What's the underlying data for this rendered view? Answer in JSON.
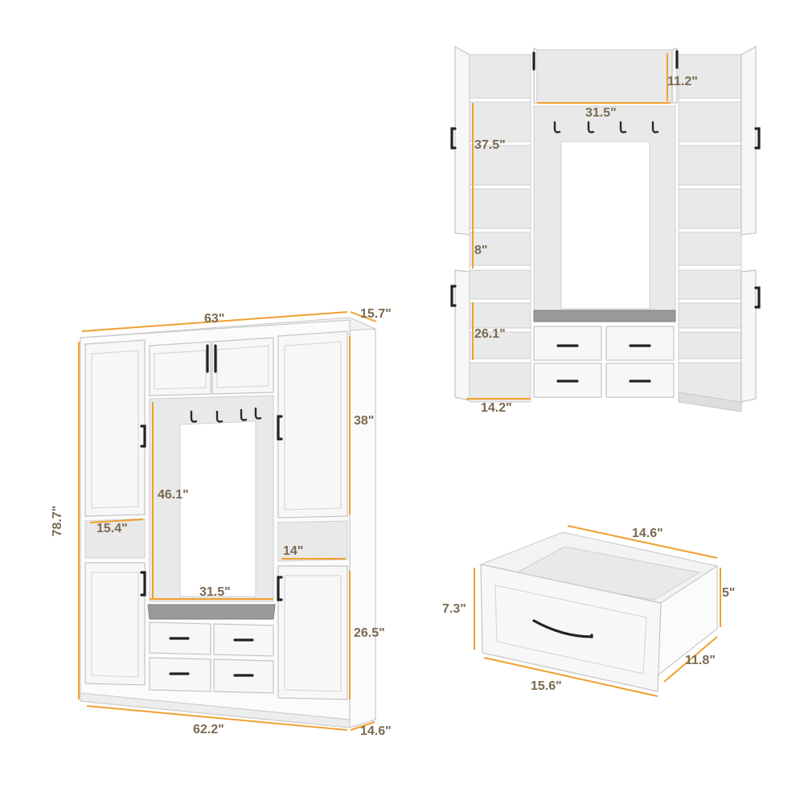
{
  "colors": {
    "accent_line": "#f0a030",
    "label_text": "#7a6a52",
    "handle": "#222222",
    "cabinet": "#fbfbfb"
  },
  "front_view": {
    "width_top": "63\"",
    "depth_top": "15.7\"",
    "height_total": "78.7\"",
    "upper_cabinet_height": "38\"",
    "opening_height": "46.1\"",
    "cubby_width": "15.4\"",
    "cubby_height": "14\"",
    "bench_width": "31.5\"",
    "lower_cabinet_height": "26.5\"",
    "width_bottom": "62.2\"",
    "depth_bottom": "14.6\""
  },
  "open_view": {
    "top_compartment_height": "11.2\"",
    "hanging_width": "31.5\"",
    "shelf_spacing_upper": "37.5\"",
    "shelf_spacing_mid": "8\"",
    "shelf_spacing_lower": "26.1\"",
    "interior_depth": "14.2\""
  },
  "drawer_view": {
    "depth": "14.6\"",
    "side_height": "5\"",
    "front_height": "7.3\"",
    "front_width": "15.6\"",
    "inner_width": "11.8\""
  }
}
